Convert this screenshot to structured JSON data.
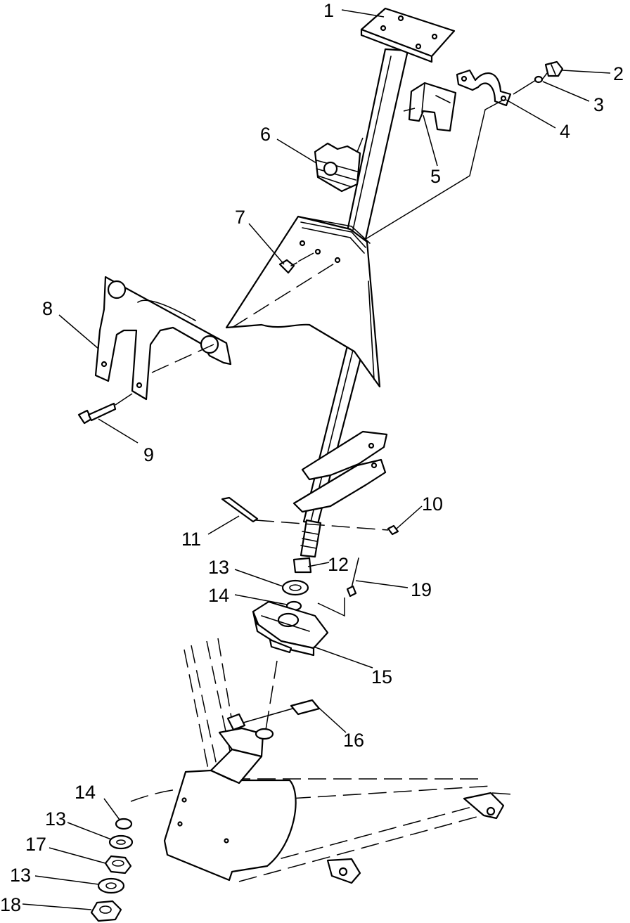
{
  "callouts": {
    "c1": "1",
    "c2": "2",
    "c3": "3",
    "c4": "4",
    "c5": "5",
    "c6": "6",
    "c7": "7",
    "c8": "8",
    "c9": "9",
    "c10": "10",
    "c11": "11",
    "c12": "12",
    "c13a": "13",
    "c14a": "14",
    "c15": "15",
    "c16": "16",
    "c19": "19",
    "c14b": "14",
    "c13b": "13",
    "c17": "17",
    "c13c": "13",
    "c18": "18"
  }
}
